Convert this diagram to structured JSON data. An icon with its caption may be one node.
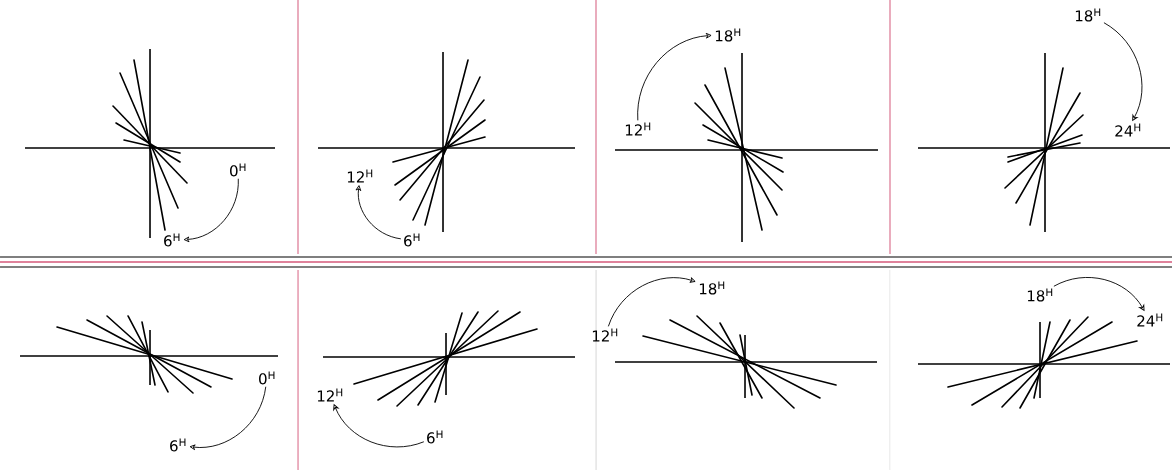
{
  "diagram": {
    "nodes": [
      {
        "text": [
          "0$^{H}$"
        ]
      },
      {
        "text": [
          "6$^{H}$"
        ]
      },
      {
        "text": [
          "6$^{H}$"
        ]
      },
      {
        "text": [
          "12$^{H}$"
        ]
      },
      {
        "text": [
          "12$^{H}$"
        ]
      },
      {
        "text": [
          "18$^{H}$"
        ]
      },
      {
        "text": [
          "18$^{H}$"
        ]
      },
      {
        "text": [
          "24$^{H}$"
        ]
      },
      {
        "text": [
          "0$^{H}$"
        ]
      },
      {
        "text": [
          "6$^{H}$"
        ]
      },
      {
        "text": [
          "6$^{H}$"
        ]
      },
      {
        "text": [
          "12$^{H}$"
        ]
      },
      {
        "text": [
          "12$^{H}$"
        ]
      },
      {
        "text": [
          "18$^{H}$"
        ]
      },
      {
        "text": [
          "18$^{H}$"
        ]
      },
      {
        "text": [
          "24$^{H}$"
        ]
      }
    ],
    "edges": [
      {
        "from": 0,
        "to": 1,
        "arrow": "to"
      },
      {
        "from": 2,
        "to": 3,
        "arrow": "to"
      },
      {
        "from": 4,
        "to": 5,
        "arrow": "to"
      },
      {
        "from": 6,
        "to": 7,
        "arrow": "to"
      },
      {
        "from": 8,
        "to": 9,
        "arrow": "to"
      },
      {
        "from": 10,
        "to": 11,
        "arrow": "to"
      },
      {
        "from": 12,
        "to": 13,
        "arrow": "to"
      },
      {
        "from": 14,
        "to": 15,
        "arrow": "to"
      }
    ]
  }
}
